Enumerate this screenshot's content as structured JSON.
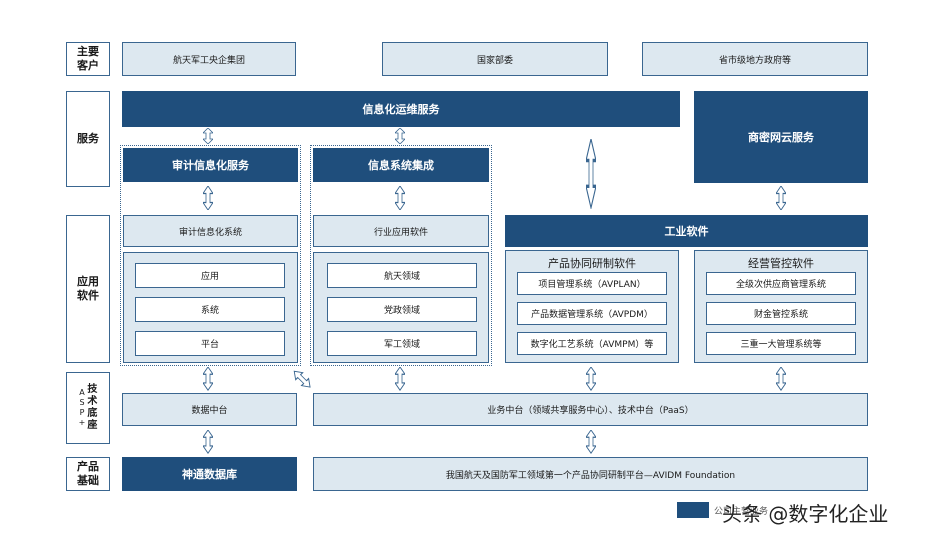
{
  "rows": {
    "customers": [
      "主要",
      "客户"
    ],
    "service": "服务",
    "app": [
      "应用",
      "软件"
    ],
    "tech": [
      "技",
      "术",
      "底",
      "座"
    ],
    "tech_sub": [
      "A",
      "S",
      "P",
      "+"
    ],
    "product": [
      "产品",
      "基础"
    ]
  },
  "customers": [
    "航天军工央企集团",
    "国家部委",
    "省市级地方政府等"
  ],
  "services": {
    "ops": "信息化运维服务",
    "cloud": "商密网云服务",
    "audit": "审计信息化服务",
    "integration": "信息系统集成"
  },
  "apps": {
    "audit_system": "审计信息化系统",
    "audit_items": [
      "应用",
      "系统",
      "平台"
    ],
    "industry": "行业应用软件",
    "industry_items": [
      "航天领域",
      "党政领域",
      "军工领域"
    ],
    "industrial": "工业软件",
    "pdm_title": "产品协同研制软件",
    "pdm_items": [
      "项目管理系统（AVPLAN）",
      "产品数据管理系统（AVPDM）",
      "数字化工艺系统（AVMPM）等"
    ],
    "mgmt_title": "经营管控软件",
    "mgmt_items": [
      "全级次供应商管理系统",
      "财金管控系统",
      "三重一大管理系统等"
    ]
  },
  "tech": {
    "data_platform": "数据中台",
    "business_platform": "业务中台（领域共享服务中心）、技术中台（PaaS）"
  },
  "product": {
    "db": "神通数据库",
    "foundation": "我国航天及国防军工领域第一个产品协同研制平台—AVIDM Foundation"
  },
  "legend": {
    "text": "公司主营业务",
    "watermark": "头条 @数字化企业"
  },
  "colors": {
    "dark": "#1f4e7c",
    "light": "#dde8f0",
    "border": "#3a6690"
  }
}
